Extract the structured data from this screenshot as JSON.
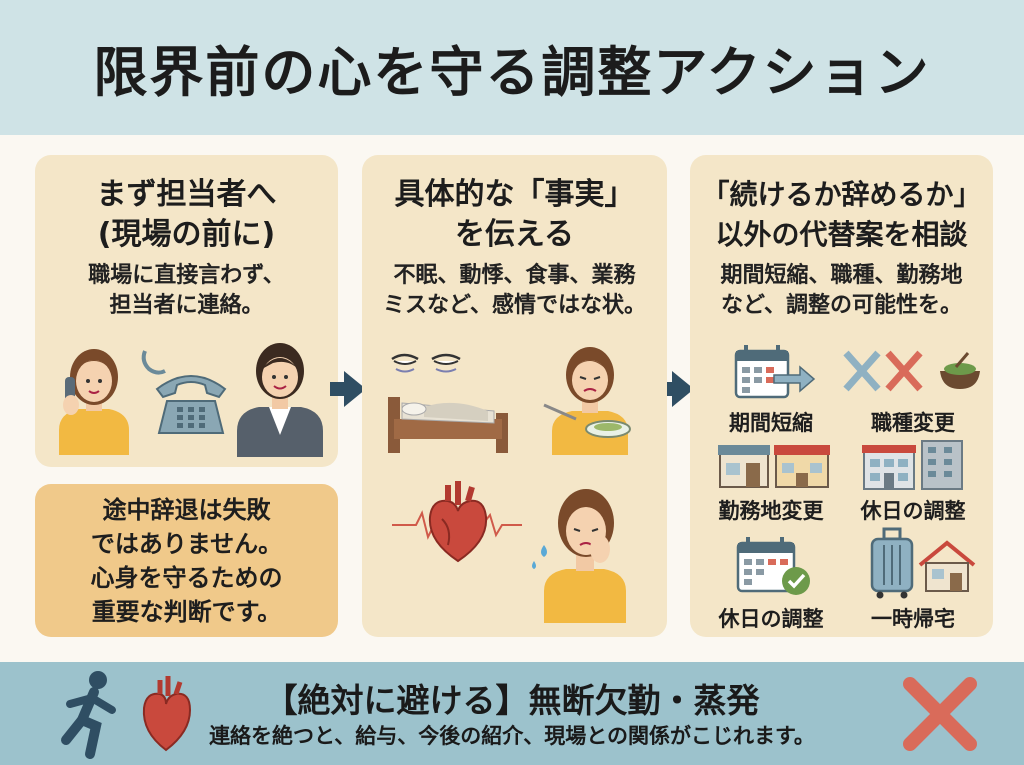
{
  "header": {
    "title": "限界前の心を守る調整アクション"
  },
  "panel1": {
    "heading": [
      "まず担当者へ",
      "(現場の前に)"
    ],
    "text": [
      "職場に直接言わず、",
      "担当者に連絡。"
    ]
  },
  "panel1b": {
    "text": [
      "途中辞退は失敗",
      "ではありません。",
      "心身を守るための",
      "重要な判断です。"
    ]
  },
  "panel2": {
    "heading": [
      "具体的な「事実」",
      "を伝える"
    ],
    "text": [
      "不眠、動悸、食事、業務",
      "ミスなど、感情ではな状。"
    ]
  },
  "panel3": {
    "heading": [
      "「続けるか辞めるか」",
      "以外の代替案を相談"
    ],
    "text": [
      "期間短縮、職種、勤務地",
      "など、調整の可能性を。"
    ],
    "options": [
      "期間短縮",
      "職種変更",
      "勤務地変更",
      "休日の調整",
      "休日の調整",
      "一時帰宅"
    ]
  },
  "footer": {
    "title": "【絶対に避ける】無断欠勤・蒸発",
    "text": "連絡を絶つと、給与、今後の紹介、現場との関係がこじれます。"
  },
  "colors": {
    "header_bg": "#cfe3e6",
    "panel_bg": "#f4e6c8",
    "warning_bg": "#f0c98a",
    "footer_bg": "#9cc2cc",
    "arrow": "#2f4e63",
    "cross": "#d96b5a"
  },
  "icons": [
    "phone-call-person-icon",
    "telephone-icon",
    "staff-person-icon",
    "tired-eyes-icon",
    "bed-icon",
    "person-not-eating-icon",
    "heart-icon",
    "crying-person-icon",
    "calendar-arrow-icon",
    "crossed-arrows-icon",
    "food-bowl-icon",
    "shop-icon",
    "building-icon",
    "calendar-check-icon",
    "suitcase-icon",
    "house-icon",
    "running-person-icon",
    "cross-mark-icon"
  ]
}
